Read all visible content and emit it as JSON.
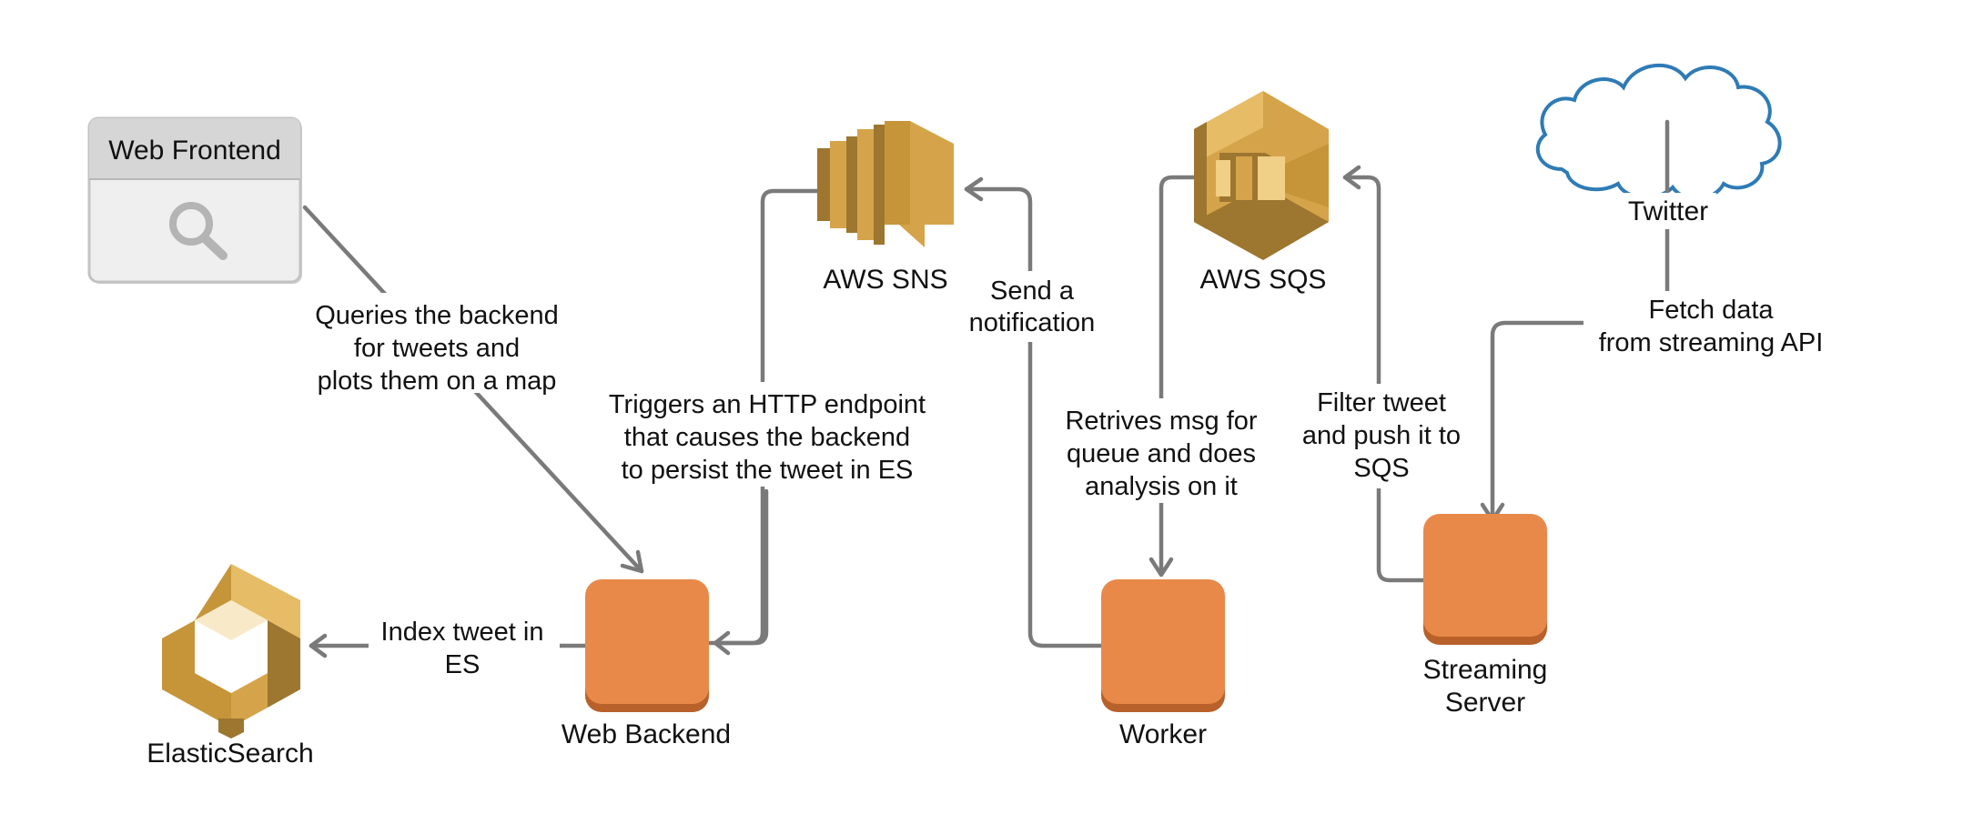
{
  "nodes": {
    "web_frontend": {
      "label": "Web Frontend",
      "icon": "search-icon"
    },
    "aws_sns": {
      "label": "AWS SNS",
      "icon": "aws-sns-icon"
    },
    "aws_sqs": {
      "label": "AWS SQS",
      "icon": "aws-sqs-icon"
    },
    "twitter": {
      "label": "Twitter",
      "icon": "cloud-icon"
    },
    "elasticsearch": {
      "label": "ElasticSearch",
      "icon": "elasticsearch-icon"
    },
    "web_backend": {
      "label": "Web Backend"
    },
    "worker": {
      "label": "Worker"
    },
    "streaming_server": {
      "label_lines": [
        "Streaming",
        "Server"
      ]
    }
  },
  "edges": {
    "queries": [
      "Queries the backend",
      "for tweets and",
      "plots them on a map"
    ],
    "triggers": [
      "Triggers an HTTP endpoint",
      "that causes the backend",
      "to persist the tweet in ES"
    ],
    "notify": [
      "Send a",
      "notification"
    ],
    "retrieves": [
      "Retrives msg for",
      "queue and does",
      "analysis on it"
    ],
    "filter": [
      "Filter tweet",
      "and push it to",
      "SQS"
    ],
    "fetch": [
      "Fetch data",
      "from streaming API"
    ],
    "index": [
      "Index tweet in",
      "ES"
    ]
  },
  "colors": {
    "compute": "#e8894a",
    "compute_dark": "#b8612a",
    "aws_gold": "#d5a44a",
    "aws_gold_dark": "#9d7630",
    "aws_gold_light": "#f0cf86",
    "cloud_stroke": "#2e7bb6",
    "edge": "#7a7a7a"
  }
}
